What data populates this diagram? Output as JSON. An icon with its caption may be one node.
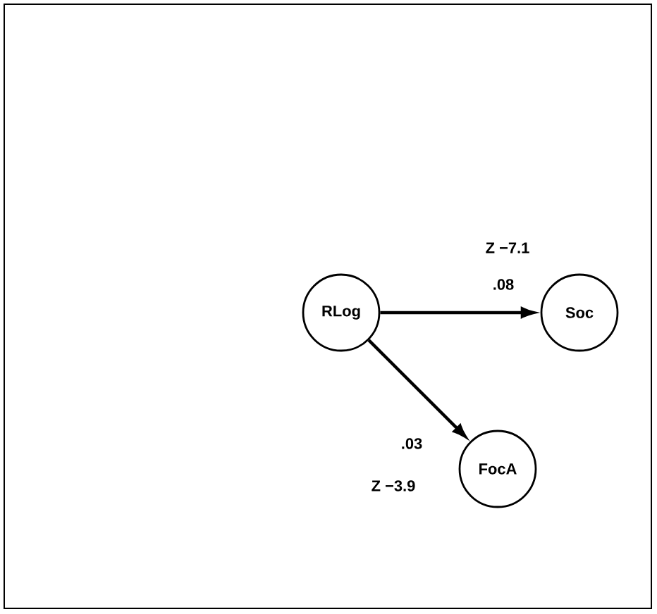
{
  "diagram": {
    "nodes": [
      {
        "text": [
          "RLog"
        ]
      },
      {
        "text": [
          "Soc"
        ]
      },
      {
        "text": [
          "FocA"
        ]
      }
    ],
    "edges": [
      {
        "from": 0,
        "to": 1,
        "arrow": "to",
        "label": ".08"
      },
      {
        "from": 0,
        "to": 2,
        "arrow": "to",
        "label": ".03"
      }
    ],
    "labels": [
      "Z −7.1",
      "Z −3.9"
    ]
  }
}
